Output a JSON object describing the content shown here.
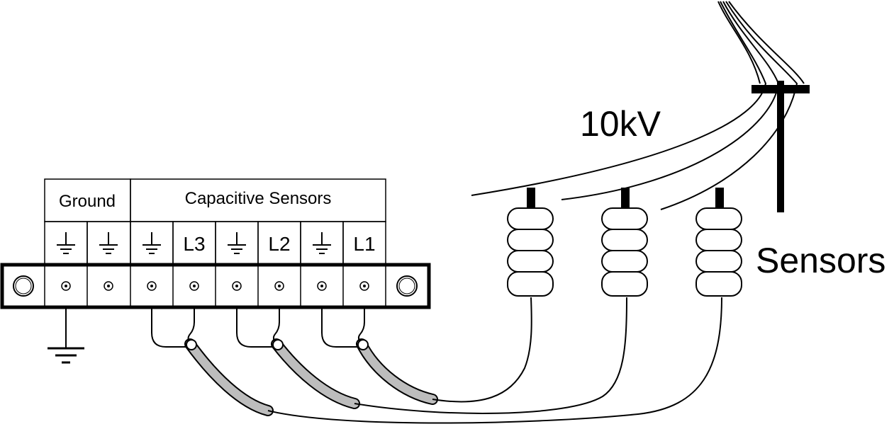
{
  "labels": {
    "ground_header": "Ground",
    "capacitive_header": "Capacitive Sensors",
    "voltage": "10kV",
    "sensors": "Sensors"
  },
  "terminals": [
    "ground",
    "ground",
    "ground",
    "L3",
    "ground",
    "L2",
    "ground",
    "L1"
  ],
  "colors": {
    "line": "#000000",
    "cable_sheath": "#bdbdbd",
    "background": "#ffffff"
  }
}
